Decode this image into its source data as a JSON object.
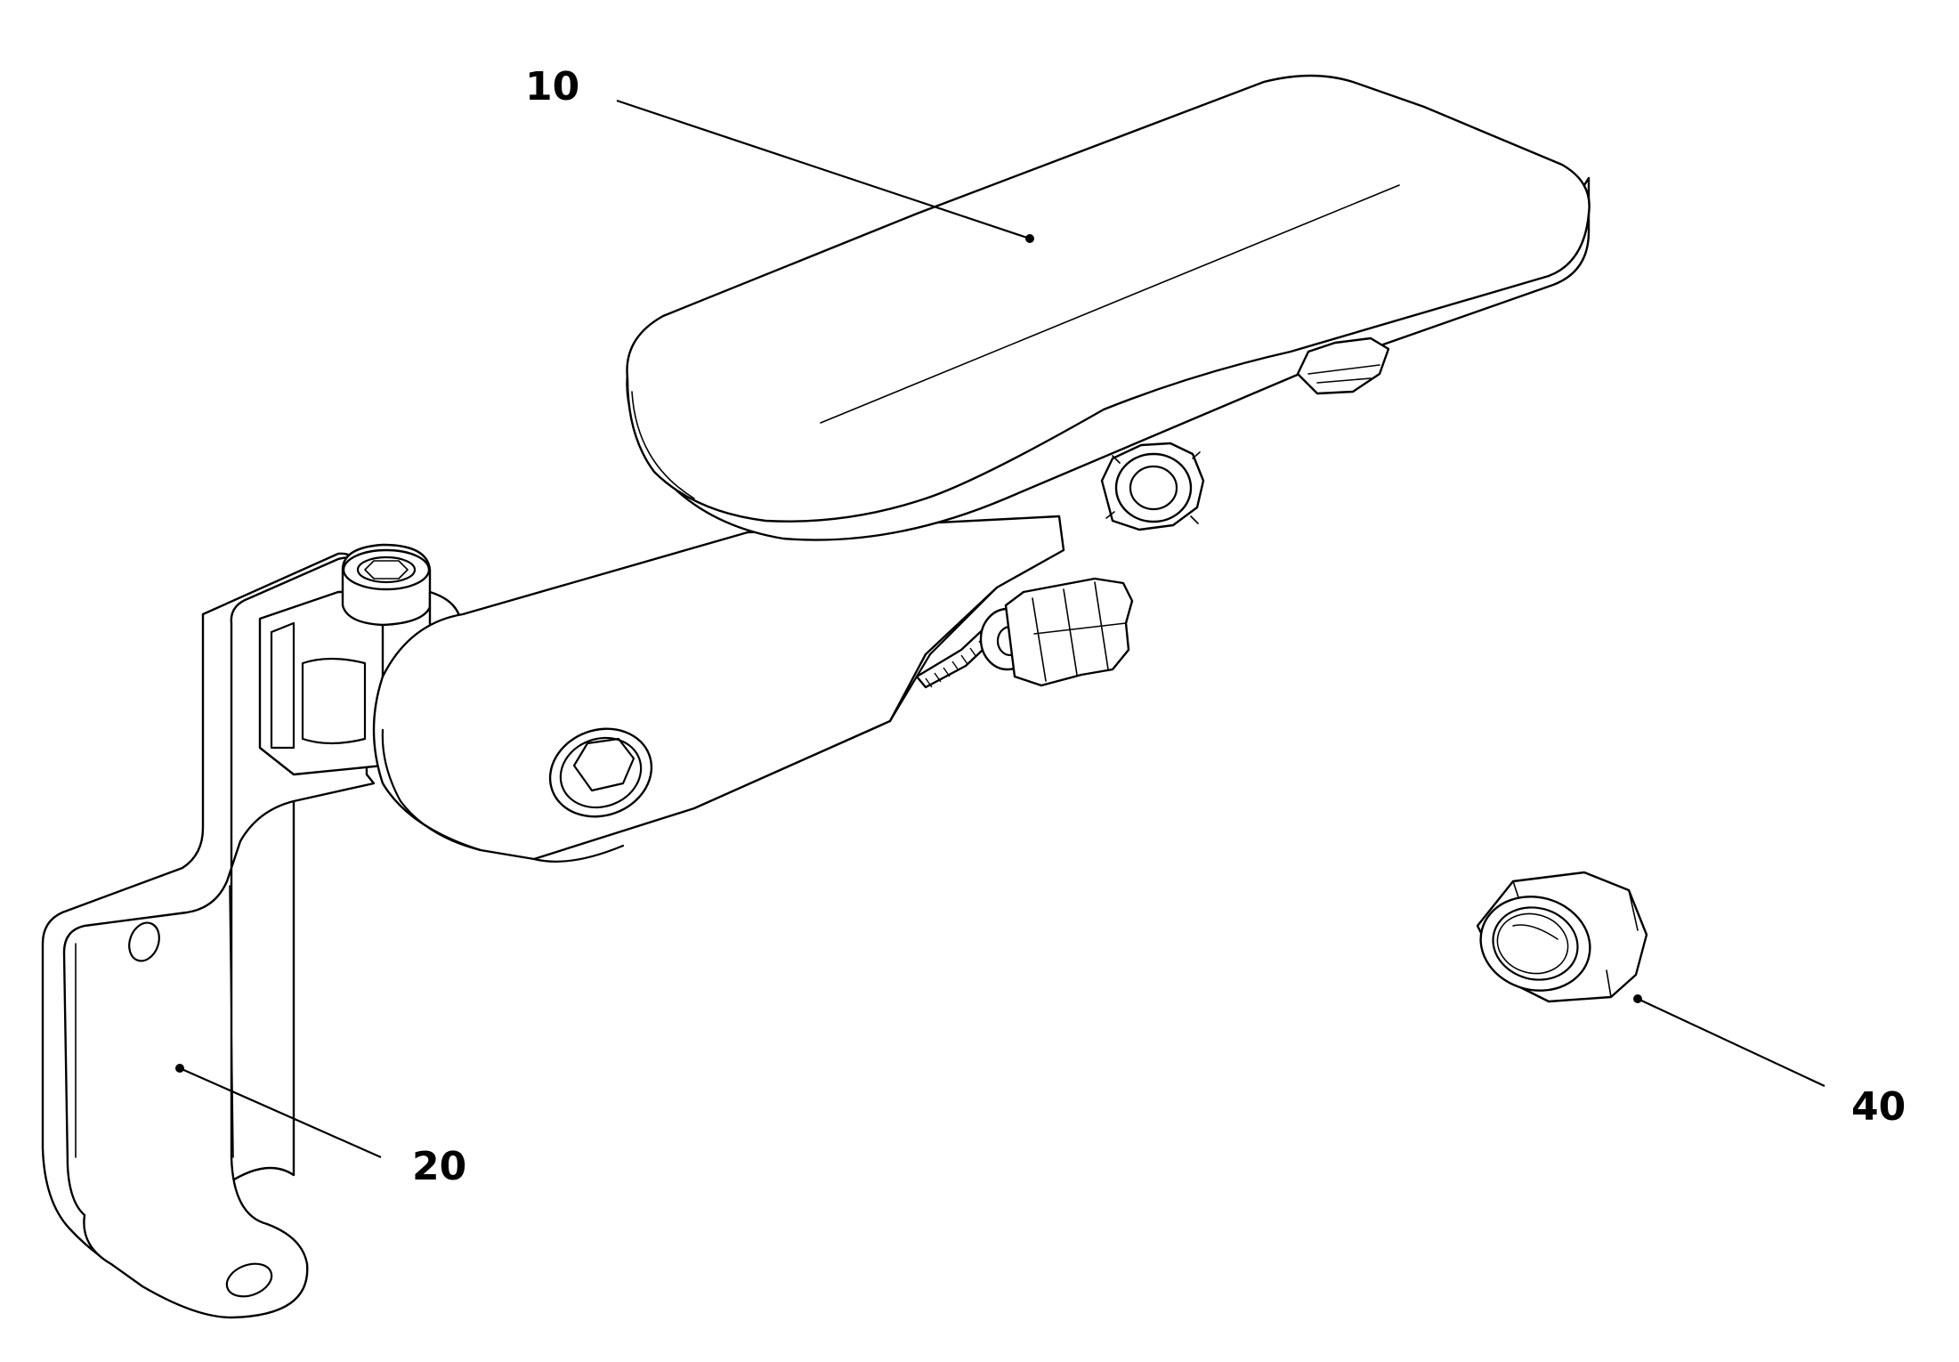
{
  "figure": {
    "callouts": [
      {
        "id": "part-10",
        "label": "10"
      },
      {
        "id": "part-20",
        "label": "20"
      },
      {
        "id": "part-40",
        "label": "40"
      }
    ],
    "line_color": "#000000",
    "background": "#ffffff"
  }
}
